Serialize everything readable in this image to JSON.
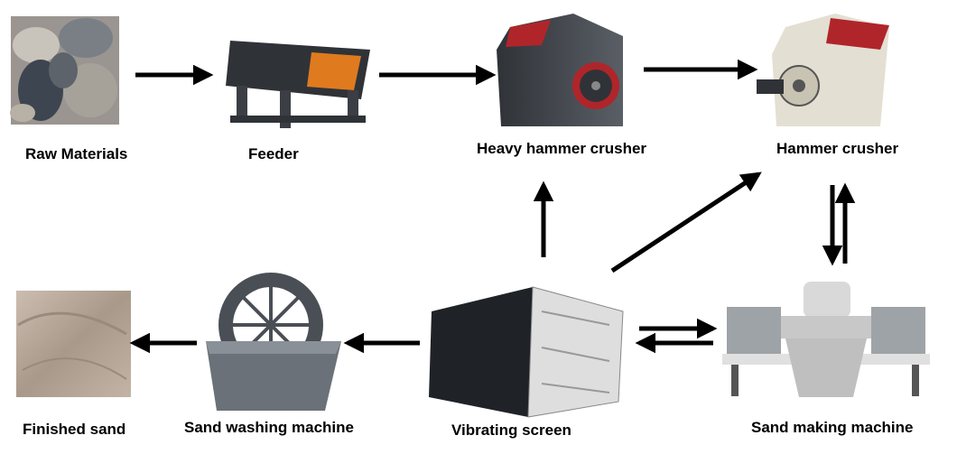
{
  "labels": {
    "raw_materials": "Raw Materials",
    "feeder": "Feeder",
    "heavy_hammer_crusher": "Heavy hammer crusher",
    "hammer_crusher": "Hammer crusher",
    "finished_sand": "Finished sand",
    "sand_washing_machine": "Sand washing machine",
    "vibrating_screen": "Vibrating screen",
    "sand_making_machine": "Sand making machine"
  },
  "colors": {
    "arrow": "#000000",
    "machine_dark": "#3b3f45",
    "machine_light": "#d9d4c6",
    "accent_orange": "#e07a1e",
    "accent_red": "#b0252a",
    "stone_grey": "#8a8f96",
    "sand": "#b8a89a"
  }
}
